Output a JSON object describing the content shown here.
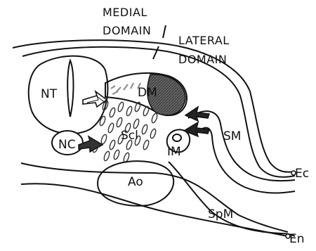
{
  "figure": {
    "labels": {
      "medial_domain_line1": "MEDIAL",
      "medial_domain_line2": "DOMAIN",
      "lateral_domain_line1": "LATERAL",
      "lateral_domain_line2": "DOMAIN",
      "nt": "NT",
      "dm": "DM",
      "nc": "NC",
      "scl": "Scl",
      "im": "IM",
      "sm": "SM",
      "ao": "Ao",
      "ec": "Ec",
      "spm": "SpM",
      "en": "En"
    },
    "colors": {
      "ink": "#111111",
      "lateral_shading": "#555555",
      "medial_dashes": "#888888",
      "arrow_fill": "#222222"
    }
  }
}
